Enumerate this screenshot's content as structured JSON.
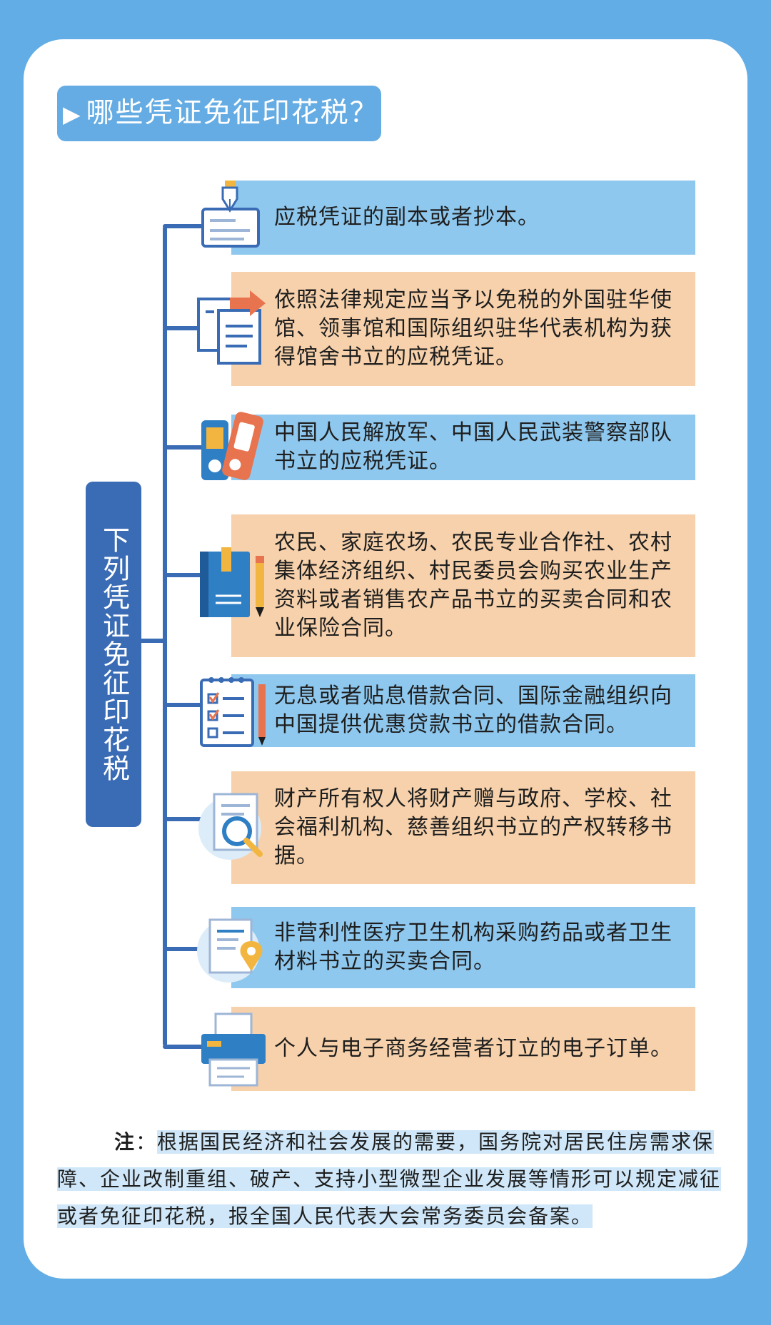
{
  "header": {
    "title": "哪些凭证免征印花税？"
  },
  "chart": {
    "side_label": "下列凭证免征印花税",
    "items": [
      {
        "text": "应税凭证的副本或者抄本。",
        "color": "#8fc8ee",
        "icon": "pen-document-icon"
      },
      {
        "text": "依照法律规定应当予以免税的外国驻华使馆、领事馆和国际组织驻华代表机构为获得馆舍书立的应税凭证。",
        "color": "#f6d1ab",
        "icon": "documents-arrow-icon"
      },
      {
        "text": "中国人民解放军、中国人民武装警察部队书立的应税凭证。",
        "color": "#8fc8ee",
        "icon": "devices-icon"
      },
      {
        "text": "农民、家庭农场、农民专业合作社、农村集体经济组织、村民委员会购买农业生产资料或者销售农产品书立的买卖合同和农业保险合同。",
        "color": "#f6d1ab",
        "icon": "book-pen-icon"
      },
      {
        "text": "无息或者贴息借款合同、国际金融组织向中国提供优惠贷款书立的借款合同。",
        "color": "#8fc8ee",
        "icon": "checklist-icon"
      },
      {
        "text": "财产所有权人将财产赠与政府、学校、社会福利机构、慈善组织书立的产权转移书据。",
        "color": "#f6d1ab",
        "icon": "magnifier-document-icon"
      },
      {
        "text": "非营利性医疗卫生机构采购药品或者卫生材料书立的买卖合同。",
        "color": "#8fc8ee",
        "icon": "location-document-icon"
      },
      {
        "text": "个人与电子商务经营者订立的电子订单。",
        "color": "#f6d1ab",
        "icon": "printer-icon"
      }
    ]
  },
  "note": {
    "label": "注",
    "colon": "：",
    "text": "根据国民经济和社会发展的需要，国务院对居民住房需求保障、企业改制重组、破产、支持小型微型企业发展等情形可以规定减征或者免征印花税，报全国人民代表大会常务委员会备案。"
  }
}
